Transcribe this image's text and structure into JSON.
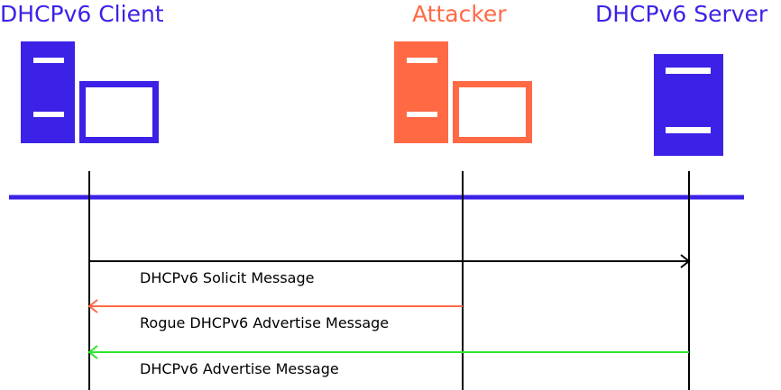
{
  "actors": {
    "client": {
      "label": "DHCPv6 Client",
      "color": "#3b22e6"
    },
    "attacker": {
      "label": "Attacker",
      "color": "#ff6a45"
    },
    "server": {
      "label": "DHCPv6 Server",
      "color": "#3b22e6"
    }
  },
  "network_bus_color": "#3b22e6",
  "messages": [
    {
      "label": "DHCPv6 Solicit Message",
      "from": "client",
      "to": "server",
      "color": "#000000"
    },
    {
      "label": "Rogue DHCPv6 Advertise Message",
      "from": "attacker",
      "to": "client",
      "color": "#ff6a45"
    },
    {
      "label": "DHCPv6 Advertise Message",
      "from": "server",
      "to": "client",
      "color": "#2ee62e"
    }
  ]
}
